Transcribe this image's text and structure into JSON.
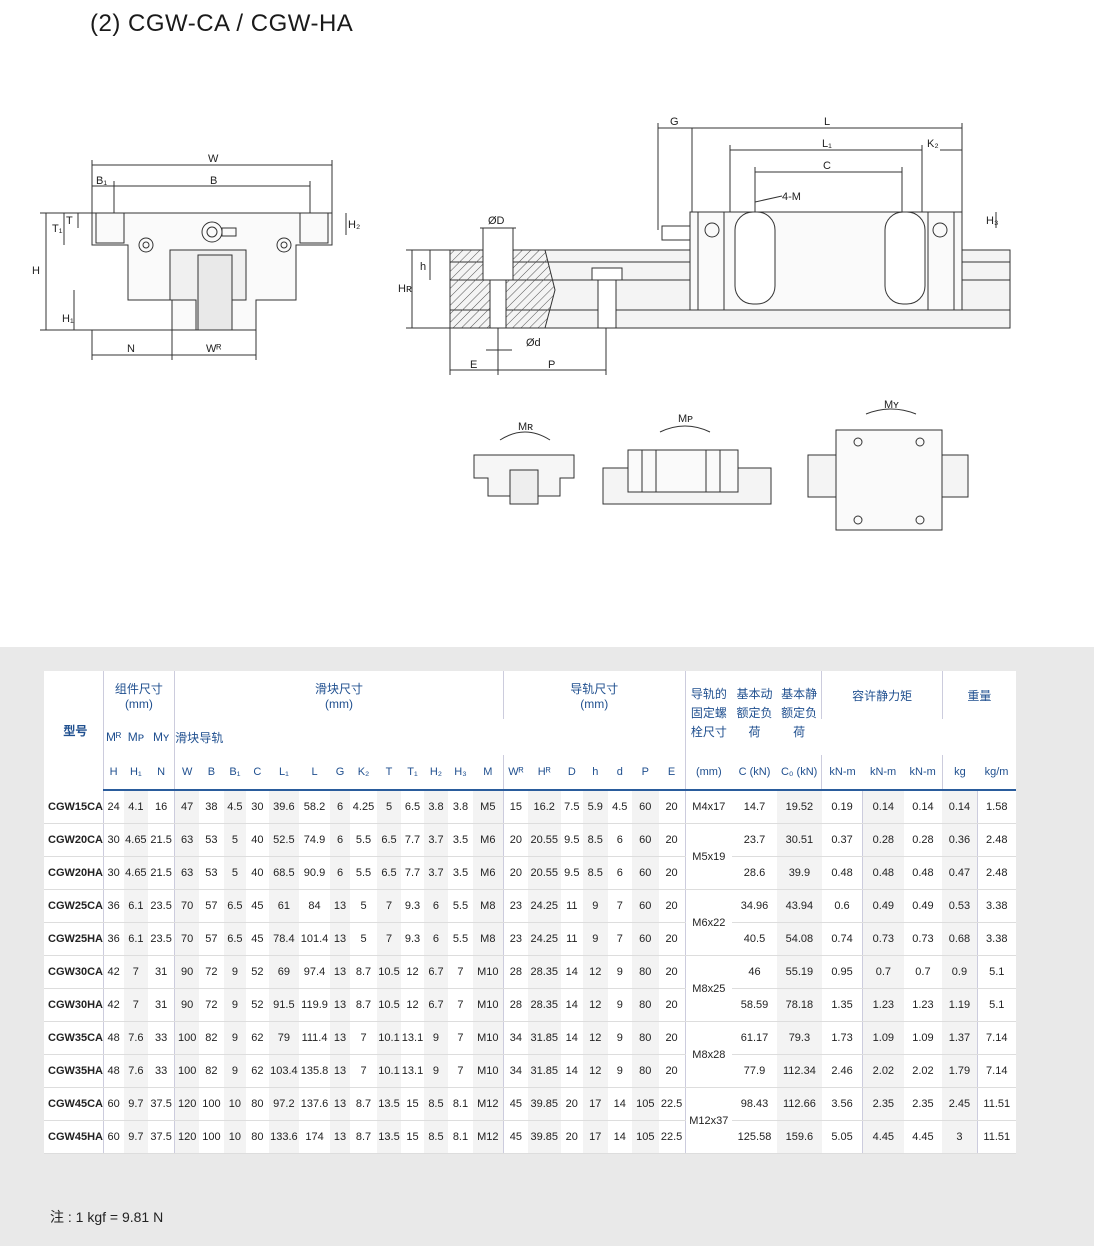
{
  "title": "(2) CGW-CA / CGW-HA",
  "drawing_labels": {
    "W": "W",
    "B1": "B₁",
    "B": "B",
    "T1": "T₁",
    "T": "T",
    "H2": "H₂",
    "H": "H",
    "H1": "H₁",
    "N": "N",
    "WR": "Wᴿ",
    "OD": "ØD",
    "h": "h",
    "HR": "Hʀ",
    "Od": "Ød",
    "E": "E",
    "P": "P",
    "G": "G",
    "L": "L",
    "L1": "L₁",
    "K2": "K₂",
    "C": "C",
    "M4": "4-M",
    "H3": "H₃",
    "MR": "Mʀ",
    "MP": "Mᴘ",
    "MY": "Mʏ"
  },
  "table": {
    "group_headers": {
      "model": "型号",
      "assembly": "组件尺寸",
      "assembly_unit": "(mm)",
      "block": "滑块尺寸",
      "block_unit": "(mm)",
      "rail": "导轨尺寸",
      "rail_unit": "(mm)",
      "mount_bolt": "导轨的固定螺栓尺寸",
      "dynamic": "基本动额定负荷",
      "static": "基本静额定负荷",
      "moment": "容许静力矩",
      "weight": "重量"
    },
    "sub_headers": [
      "H",
      "H₁",
      "N",
      "W",
      "B",
      "B₁",
      "C",
      "L₁",
      "L",
      "G",
      "K₂",
      "T",
      "T₁",
      "H₂",
      "H₃",
      "M",
      "Wᴿ",
      "Hᴿ",
      "D",
      "h",
      "d",
      "P",
      "E",
      "(mm)",
      "C (kN)",
      "C₀ (kN)",
      "Mᴿ",
      "Mᴘ",
      "Mʏ",
      "滑块",
      "导轨"
    ],
    "unit_row": [
      "kN-m",
      "kN-m",
      "kN-m",
      "kg",
      "kg/m"
    ],
    "rows": [
      [
        "CGW15CA",
        "24",
        "4.1",
        "16",
        "47",
        "38",
        "4.5",
        "30",
        "39.6",
        "58.2",
        "6",
        "4.25",
        "5",
        "6.5",
        "3.8",
        "3.8",
        "M5",
        "15",
        "16.2",
        "7.5",
        "5.9",
        "4.5",
        "60",
        "20",
        "M4x17",
        "14.7",
        "19.52",
        "0.19",
        "0.14",
        "0.14",
        "0.14",
        "1.58"
      ],
      [
        "CGW20CA",
        "30",
        "4.65",
        "21.5",
        "63",
        "53",
        "5",
        "40",
        "52.5",
        "74.9",
        "6",
        "5.5",
        "6.5",
        "7.7",
        "3.7",
        "3.5",
        "M6",
        "20",
        "20.55",
        "9.5",
        "8.5",
        "6",
        "60",
        "20",
        "M5x19",
        "23.7",
        "30.51",
        "0.37",
        "0.28",
        "0.28",
        "0.36",
        "2.48"
      ],
      [
        "CGW20HA",
        "30",
        "4.65",
        "21.5",
        "63",
        "53",
        "5",
        "40",
        "68.5",
        "90.9",
        "6",
        "5.5",
        "6.5",
        "7.7",
        "3.7",
        "3.5",
        "M6",
        "20",
        "20.55",
        "9.5",
        "8.5",
        "6",
        "60",
        "20",
        "",
        "28.6",
        "39.9",
        "0.48",
        "0.48",
        "0.48",
        "0.47",
        "2.48"
      ],
      [
        "CGW25CA",
        "36",
        "6.1",
        "23.5",
        "70",
        "57",
        "6.5",
        "45",
        "61",
        "84",
        "13",
        "5",
        "7",
        "9.3",
        "6",
        "5.5",
        "M8",
        "23",
        "24.25",
        "11",
        "9",
        "7",
        "60",
        "20",
        "M6x22",
        "34.96",
        "43.94",
        "0.6",
        "0.49",
        "0.49",
        "0.53",
        "3.38"
      ],
      [
        "CGW25HA",
        "36",
        "6.1",
        "23.5",
        "70",
        "57",
        "6.5",
        "45",
        "78.4",
        "101.4",
        "13",
        "5",
        "7",
        "9.3",
        "6",
        "5.5",
        "M8",
        "23",
        "24.25",
        "11",
        "9",
        "7",
        "60",
        "20",
        "",
        "40.5",
        "54.08",
        "0.74",
        "0.73",
        "0.73",
        "0.68",
        "3.38"
      ],
      [
        "CGW30CA",
        "42",
        "7",
        "31",
        "90",
        "72",
        "9",
        "52",
        "69",
        "97.4",
        "13",
        "8.7",
        "10.5",
        "12",
        "6.7",
        "7",
        "M10",
        "28",
        "28.35",
        "14",
        "12",
        "9",
        "80",
        "20",
        "M8x25",
        "46",
        "55.19",
        "0.95",
        "0.7",
        "0.7",
        "0.9",
        "5.1"
      ],
      [
        "CGW30HA",
        "42",
        "7",
        "31",
        "90",
        "72",
        "9",
        "52",
        "91.5",
        "119.9",
        "13",
        "8.7",
        "10.5",
        "12",
        "6.7",
        "7",
        "M10",
        "28",
        "28.35",
        "14",
        "12",
        "9",
        "80",
        "20",
        "",
        "58.59",
        "78.18",
        "1.35",
        "1.23",
        "1.23",
        "1.19",
        "5.1"
      ],
      [
        "CGW35CA",
        "48",
        "7.6",
        "33",
        "100",
        "82",
        "9",
        "62",
        "79",
        "111.4",
        "13",
        "7",
        "10.1",
        "13.1",
        "9",
        "7",
        "M10",
        "34",
        "31.85",
        "14",
        "12",
        "9",
        "80",
        "20",
        "M8x28",
        "61.17",
        "79.3",
        "1.73",
        "1.09",
        "1.09",
        "1.37",
        "7.14"
      ],
      [
        "CGW35HA",
        "48",
        "7.6",
        "33",
        "100",
        "82",
        "9",
        "62",
        "103.4",
        "135.8",
        "13",
        "7",
        "10.1",
        "13.1",
        "9",
        "7",
        "M10",
        "34",
        "31.85",
        "14",
        "12",
        "9",
        "80",
        "20",
        "",
        "77.9",
        "112.34",
        "2.46",
        "2.02",
        "2.02",
        "1.79",
        "7.14"
      ],
      [
        "CGW45CA",
        "60",
        "9.7",
        "37.5",
        "120",
        "100",
        "10",
        "80",
        "97.2",
        "137.6",
        "13",
        "8.7",
        "13.5",
        "15",
        "8.5",
        "8.1",
        "M12",
        "45",
        "39.85",
        "20",
        "17",
        "14",
        "105",
        "22.5",
        "M12x37",
        "98.43",
        "112.66",
        "3.56",
        "2.35",
        "2.35",
        "2.45",
        "11.51"
      ],
      [
        "CGW45HA",
        "60",
        "9.7",
        "37.5",
        "120",
        "100",
        "10",
        "80",
        "133.6",
        "174",
        "13",
        "8.7",
        "13.5",
        "15",
        "8.5",
        "8.1",
        "M12",
        "45",
        "39.85",
        "20",
        "17",
        "14",
        "105",
        "22.5",
        "",
        "125.58",
        "159.6",
        "5.05",
        "4.45",
        "4.45",
        "3",
        "11.51"
      ]
    ]
  },
  "note": "注 : 1 kgf = 9.81 N"
}
